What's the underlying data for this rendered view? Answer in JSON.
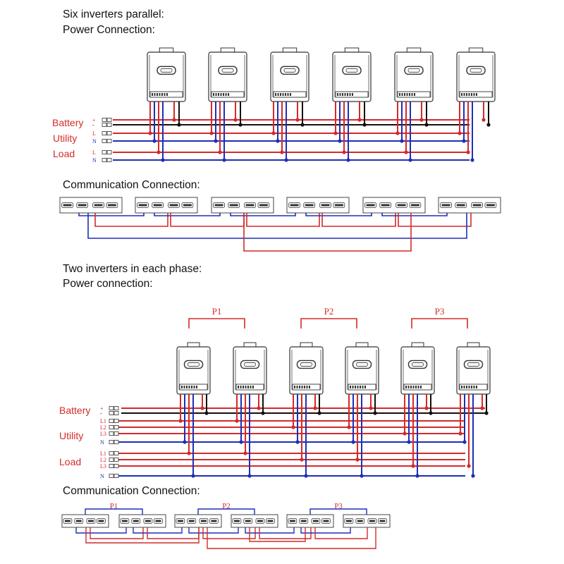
{
  "sections": {
    "six_parallel": {
      "title": "Six inverters parallel:",
      "subtitle": "Power Connection:",
      "wire_labels": {
        "battery": "Battery",
        "utility": "Utility",
        "load": "Load"
      },
      "terminal_marks": {
        "plus": "+",
        "minus": "-",
        "l": "L",
        "n": "N"
      },
      "inverter_count": 6
    },
    "six_comm": {
      "title": "Communication Connection:",
      "module_count": 6
    },
    "three_phase": {
      "title": "Two inverters in each phase:",
      "subtitle": "Power connection:",
      "wire_labels": {
        "battery": "Battery",
        "utility": "Utility",
        "load": "Load"
      },
      "phase_labels": [
        "P1",
        "P2",
        "P3"
      ],
      "terminal_marks": {
        "plus": "+",
        "minus": "-",
        "l1": "L1",
        "l2": "L2",
        "l3": "L3",
        "n": "N"
      },
      "inverter_count": 6
    },
    "three_phase_comm": {
      "title": "Communication Connection:",
      "phase_labels": [
        "P1",
        "P2",
        "P3"
      ],
      "module_count": 6
    }
  },
  "colors": {
    "red": "#d42a2a",
    "blue": "#1f2fb5",
    "black": "#111111",
    "outline": "#333333"
  }
}
